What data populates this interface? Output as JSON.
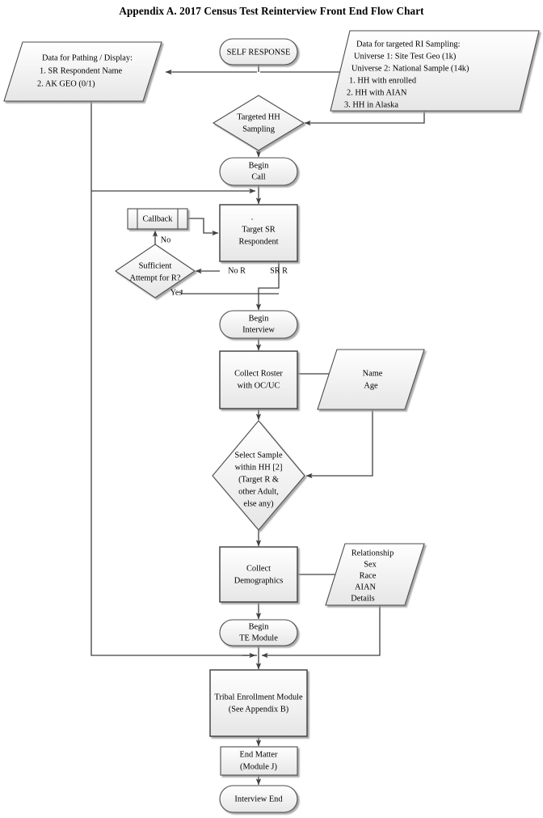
{
  "title": "Appendix A. 2017 Census Test Reinterview Front End Flow Chart",
  "colors": {
    "shape_stroke": "#4c4c4c",
    "connector": "#404040",
    "shape_fill_top": "#ffffff",
    "shape_fill_bottom": "#e8e8e8",
    "text": "#000000",
    "background": "#ffffff"
  },
  "chart_data": {
    "type": "diagram",
    "title": "Appendix A. 2017 Census Test Reinterview Front End Flow Chart",
    "diagram_kind": "flowchart",
    "orientation": "top-to-bottom"
  },
  "nodes": {
    "self_response": {
      "shape": "terminator",
      "label": "SELF RESPONSE"
    },
    "pathing_data": {
      "shape": "data-parallelogram",
      "lines": [
        "Data for Pathing / Display:",
        "1. SR Respondent Name",
        "2. AK GEO  (0/1)"
      ]
    },
    "ri_sampling_data": {
      "shape": "data-parallelogram",
      "lines": [
        "Data for targeted RI Sampling:",
        "Universe 1: Site Test Geo (1k)",
        "Universe 2: National Sample (14k)",
        "1. HH with enrolled",
        "2. HH with AIAN",
        "3. HH in Alaska"
      ]
    },
    "targeted_hh_sampling": {
      "shape": "decision-diamond",
      "lines": [
        "Targeted HH",
        "Sampling"
      ]
    },
    "begin_call": {
      "shape": "terminator",
      "lines": [
        "Begin",
        "Call"
      ]
    },
    "callback": {
      "shape": "predefined-process",
      "label": "Callback"
    },
    "target_sr_respondent": {
      "shape": "process",
      "lines": [
        ".",
        "Target SR",
        "Respondent"
      ]
    },
    "sufficient_attempt": {
      "shape": "decision-diamond",
      "lines": [
        "Sufficient",
        "Attempt for R?"
      ]
    },
    "begin_interview": {
      "shape": "terminator",
      "lines": [
        "Begin",
        "Interview"
      ]
    },
    "collect_roster": {
      "shape": "process",
      "lines": [
        "Collect Roster",
        "with OC/UC"
      ]
    },
    "name_age_data": {
      "shape": "data-parallelogram",
      "lines": [
        "Name",
        "Age"
      ]
    },
    "select_sample": {
      "shape": "decision-diamond",
      "lines": [
        "Select Sample",
        "within HH [2]",
        "(Target R &",
        "other Adult,",
        "else any)"
      ]
    },
    "collect_demographics": {
      "shape": "process",
      "lines": [
        "Collect",
        "Demographics"
      ]
    },
    "demographics_data": {
      "shape": "data-parallelogram",
      "lines": [
        "Relationship",
        "Sex",
        "Race",
        "AIAN",
        "Details"
      ]
    },
    "begin_te_module": {
      "shape": "terminator",
      "lines": [
        "Begin",
        "TE Module"
      ]
    },
    "tribal_enrollment_module": {
      "shape": "process",
      "lines": [
        "Tribal Enrollment Module",
        "(See Appendix B)"
      ]
    },
    "end_matter": {
      "shape": "process",
      "lines": [
        "End Matter",
        "(Module J)"
      ]
    },
    "interview_end": {
      "shape": "terminator",
      "label": "Interview End"
    }
  },
  "edge_labels": {
    "no": "No",
    "yes": "Yes",
    "no_r": "No R",
    "sr_r": "SR R"
  }
}
